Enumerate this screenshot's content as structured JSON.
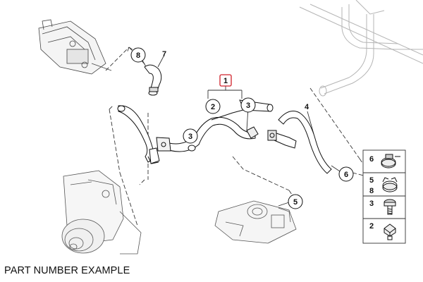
{
  "caption": "PART NUMBER EXAMPLE",
  "colors": {
    "highlight": "#d0202a",
    "line": "#333333",
    "ghost": "#b5b5b5"
  },
  "callouts": {
    "c1": "1",
    "c2": "2",
    "c3a": "3",
    "c3b": "3",
    "c4": "4",
    "c5": "5",
    "c6": "6",
    "c7": "7",
    "c8": "8"
  },
  "legend": [
    {
      "labels": [
        "6"
      ],
      "icon": "hose-clamp-icon"
    },
    {
      "labels": [
        "5",
        "8"
      ],
      "icon": "spring-clamp-icon"
    },
    {
      "labels": [
        "3"
      ],
      "icon": "bolt-icon"
    },
    {
      "labels": [
        "2"
      ],
      "icon": "screw-icon"
    }
  ]
}
